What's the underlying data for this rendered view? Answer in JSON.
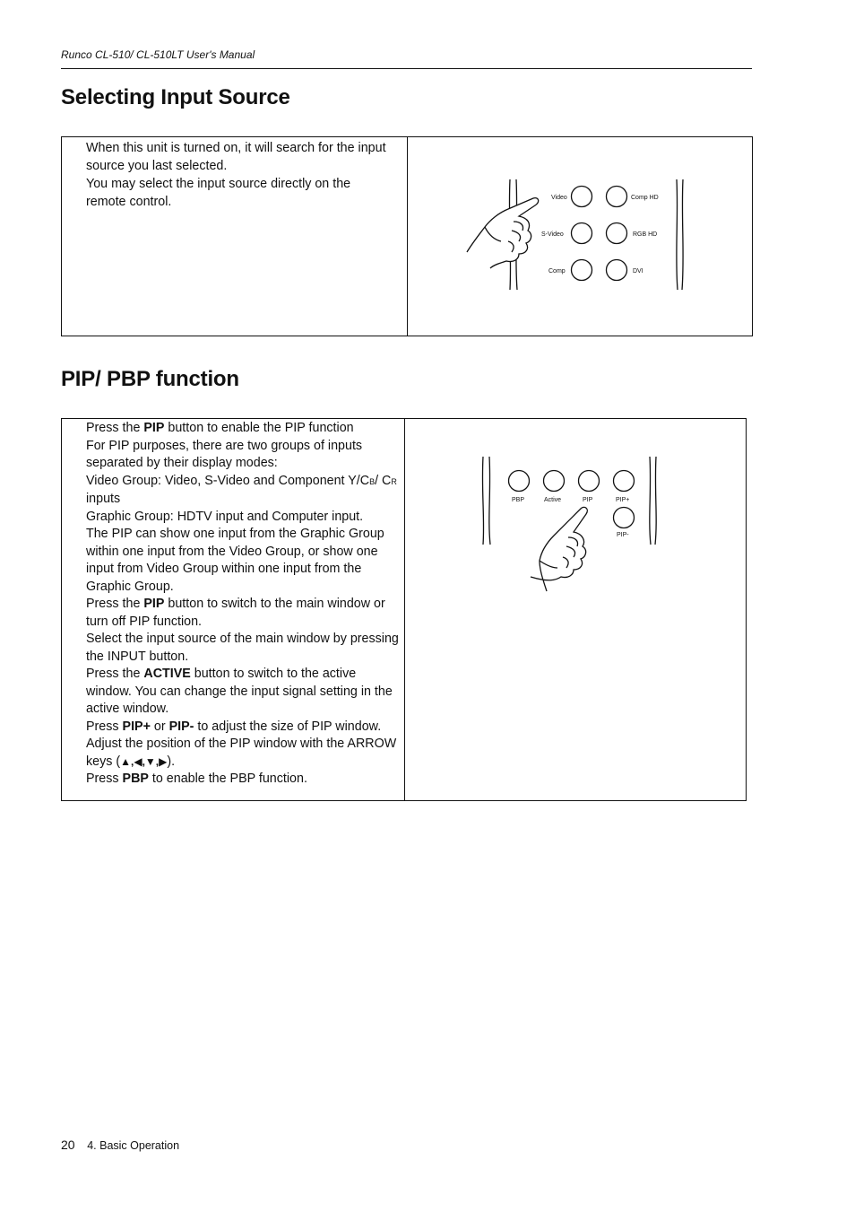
{
  "header": {
    "manual_title": "Runco CL-510/ CL-510LT User's Manual"
  },
  "section1": {
    "title": "Selecting Input Source",
    "paragraphs": [
      "When this unit is turned on, it will search for the input source you last selected.",
      "You may select the input source directly on the remote control."
    ],
    "remote_buttons": {
      "video": "Video",
      "comp_hd": "Comp HD",
      "s_video": "S-Video",
      "rgb_hd": "RGB HD",
      "comp": "Comp",
      "dvi": "DVI"
    }
  },
  "section2": {
    "title": "PIP/ PBP function",
    "lines": {
      "l1_pre": "Press the ",
      "l1_b": "PIP",
      "l1_post": " button to enable the PIP function",
      "l2": "For PIP purposes, there are two groups of inputs separated by their display modes:",
      "l3_pre": "Video Group: Video, S-Video and Component Y/C",
      "l3_sub1": "B",
      "l3_mid": "/ C",
      "l3_sub2": "R",
      "l3_post": " inputs",
      "l4": "Graphic Group: HDTV input and Computer input.",
      "l5": "The PIP can show one input from the Graphic Group within one input from the Video Group, or show one input from Video Group within one input from the Graphic Group.",
      "l6_pre": "Press the ",
      "l6_b": "PIP",
      "l6_post": " button to switch to the main window or turn off PIP function.",
      "l7": "Select the input source of the main window by pressing the INPUT button.",
      "l8_pre": "Press the ",
      "l8_b": "ACTIVE",
      "l8_post": " button to switch to the active window. You can change the input signal setting in the active window.",
      "l9_pre": "Press ",
      "l9_b1": "PIP+",
      "l9_mid": " or ",
      "l9_b2": "PIP-",
      "l9_post": " to adjust the size of PIP window.",
      "l10_pre": "Adjust the position of the PIP window with the ARROW keys (",
      "l10_arrows": "▲,◀,▼,▶",
      "l10_post": ").",
      "l11_pre": "Press ",
      "l11_b": "PBP",
      "l11_post": " to enable the PBP function."
    },
    "remote_buttons": {
      "pbp": "PBP",
      "active": "Active",
      "pip": "PIP",
      "pip_plus": "PIP+",
      "pip_minus": "PIP-"
    }
  },
  "footer": {
    "page_number": "20",
    "section": "4. Basic Operation"
  }
}
